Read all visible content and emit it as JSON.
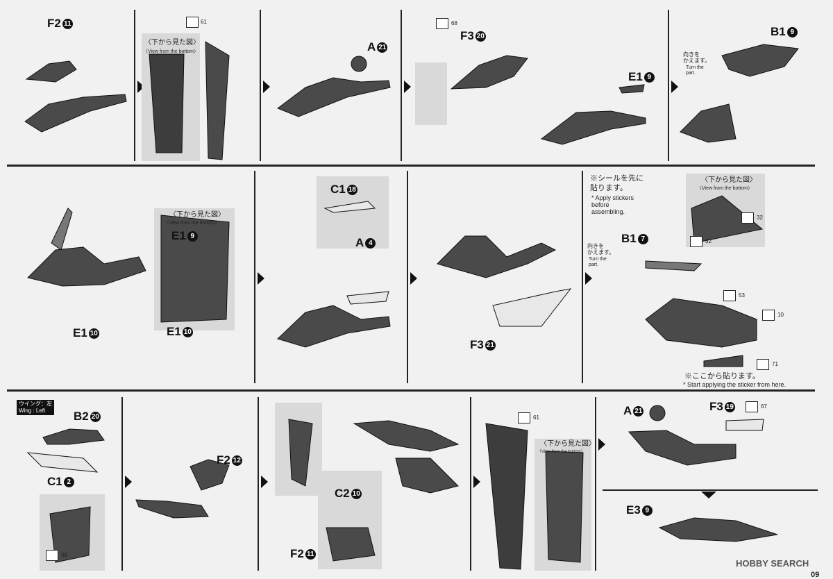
{
  "rows": {
    "row1": {
      "steps": [
        {
          "part": "F2",
          "num": "11"
        },
        {
          "sticker": "61",
          "view_jp": "〈下から見た図〉",
          "view_en": "〈View from the bottom〉"
        },
        {
          "part": "A",
          "num": "21"
        },
        {
          "part": "F3",
          "num": "20",
          "sticker": "68",
          "part2": "E1",
          "num2": "9"
        },
        {
          "part": "B1",
          "num": "9",
          "note_jp": "向きを\nかえます。",
          "note_en": "Turn the\npart."
        }
      ]
    },
    "row2": {
      "steps": [
        {
          "part": "E1",
          "num": "10"
        },
        {
          "view_jp": "〈下から見た図〉",
          "view_en": "〈View from the bottom〉",
          "part": "E1",
          "num": "9",
          "part2": "E1",
          "num2": "10"
        },
        {
          "part": "C1",
          "num": "18",
          "part2": "A",
          "num2": "4"
        },
        {
          "part": "F3",
          "num": "21"
        },
        {
          "note_jp": "※シールを先に\n貼ります。",
          "note_en": "* Apply stickers\nbefore\nassembling.",
          "view_jp": "〈下から見た図〉",
          "view_en": "〈View from the bottom〉",
          "stickers": [
            "32",
            "32",
            "53",
            "10",
            "71"
          ],
          "part": "B1",
          "num": "7",
          "turn_jp": "向きを\nかえます。",
          "turn_en": "Turn the\npart.",
          "start_jp": "※ここから貼ります。",
          "start_en": "* Start applying the sticker from here."
        }
      ]
    },
    "row3": {
      "wing_label_jp": "ウイング：左",
      "wing_label_en": "Wing : Left",
      "steps": [
        {
          "part": "B2",
          "num": "20",
          "part2": "C1",
          "num2": "2",
          "sticker": "38"
        },
        {
          "part": "F2",
          "num": "12"
        },
        {
          "part": "C2",
          "num": "10",
          "part2": "F2",
          "num2": "11"
        },
        {
          "sticker": "61",
          "view_jp": "〈下から見た図〉",
          "view_en": "〈View from the bottom〉"
        },
        {
          "part": "A",
          "num": "21",
          "part2": "F3",
          "num2": "19",
          "sticker": "67",
          "part3": "E3",
          "num3": "9"
        }
      ]
    }
  },
  "page_number": "09",
  "watermark": "HOBBY SEARCH"
}
